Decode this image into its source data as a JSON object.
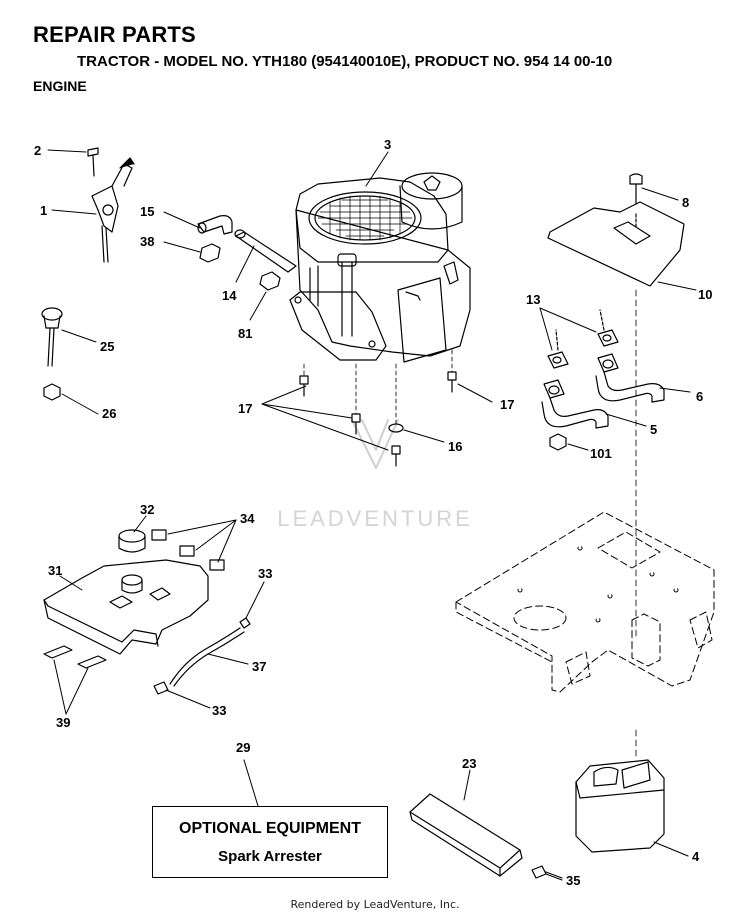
{
  "header": {
    "title": "REPAIR PARTS",
    "subtitle": "TRACTOR - MODEL NO. YTH180 (954140010E), PRODUCT NO. 954 14 00-10",
    "section": "ENGINE"
  },
  "watermark": "LEADVENTURE",
  "optional_box": {
    "title": "OPTIONAL EQUIPMENT",
    "item": "Spark Arrester"
  },
  "footer": "Rendered by LeadVenture, Inc.",
  "callouts": {
    "c1": "1",
    "c2": "2",
    "c3": "3",
    "c4": "4",
    "c5": "5",
    "c6": "6",
    "c8": "8",
    "c10": "10",
    "c13": "13",
    "c14": "14",
    "c15": "15",
    "c16": "16",
    "c17a": "17",
    "c17b": "17",
    "c23": "23",
    "c25": "25",
    "c26": "26",
    "c29": "29",
    "c31": "31",
    "c32": "32",
    "c33a": "33",
    "c33b": "33",
    "c34": "34",
    "c35": "35",
    "c37": "37",
    "c38": "38",
    "c39": "39",
    "c81": "81",
    "c101": "101"
  }
}
